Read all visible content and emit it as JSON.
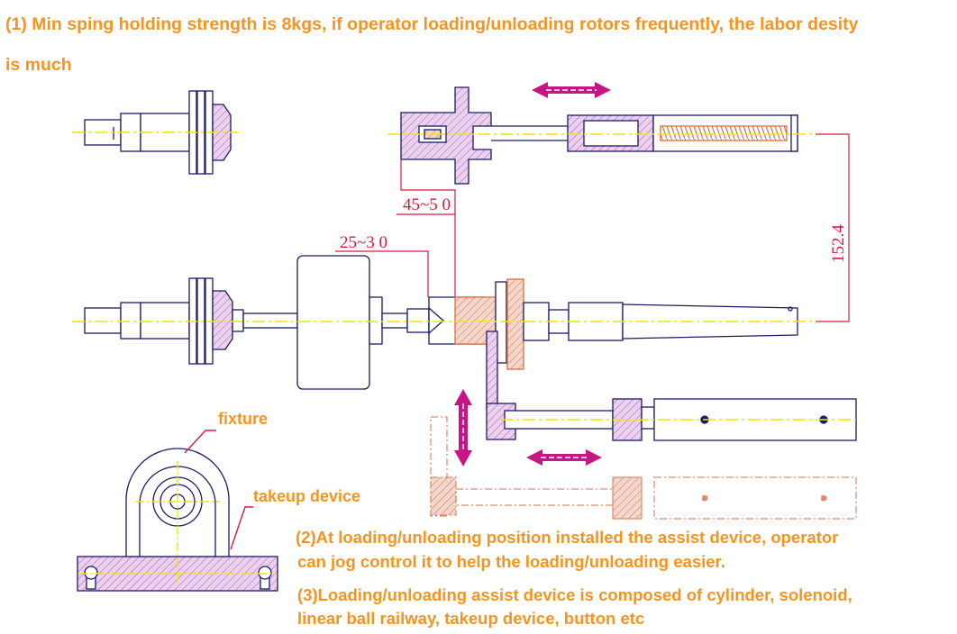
{
  "notes": {
    "note1_line1": "(1) Min sping holding strength is 8kgs, if operator loading/unloading rotors frequently, the labor desity",
    "note1_line2": "is much",
    "note2_line1": "(2)At loading/unloading position installed the assist device, operator",
    "note2_line2": "can jog control it to help the loading/unloading easier.",
    "note3_line1": "(3)Loading/unloading assist device is composed of cylinder, solenoid,",
    "note3_line2": "linear ball railway, takeup device, button etc"
  },
  "callouts": {
    "fixture": "fixture",
    "takeup_device": "takeup device"
  },
  "dimensions": {
    "dim_a": "45~5 0",
    "dim_b": "25~3 0",
    "dim_c": "152.4"
  },
  "colors": {
    "note_text": "#f7931e",
    "dimension": "#d81b3c",
    "part_fill": "#ead1f0",
    "moved_part": "#e2896a",
    "arrow": "#c71585",
    "centerline": "#f2e600",
    "outline": "#1a1a66"
  }
}
